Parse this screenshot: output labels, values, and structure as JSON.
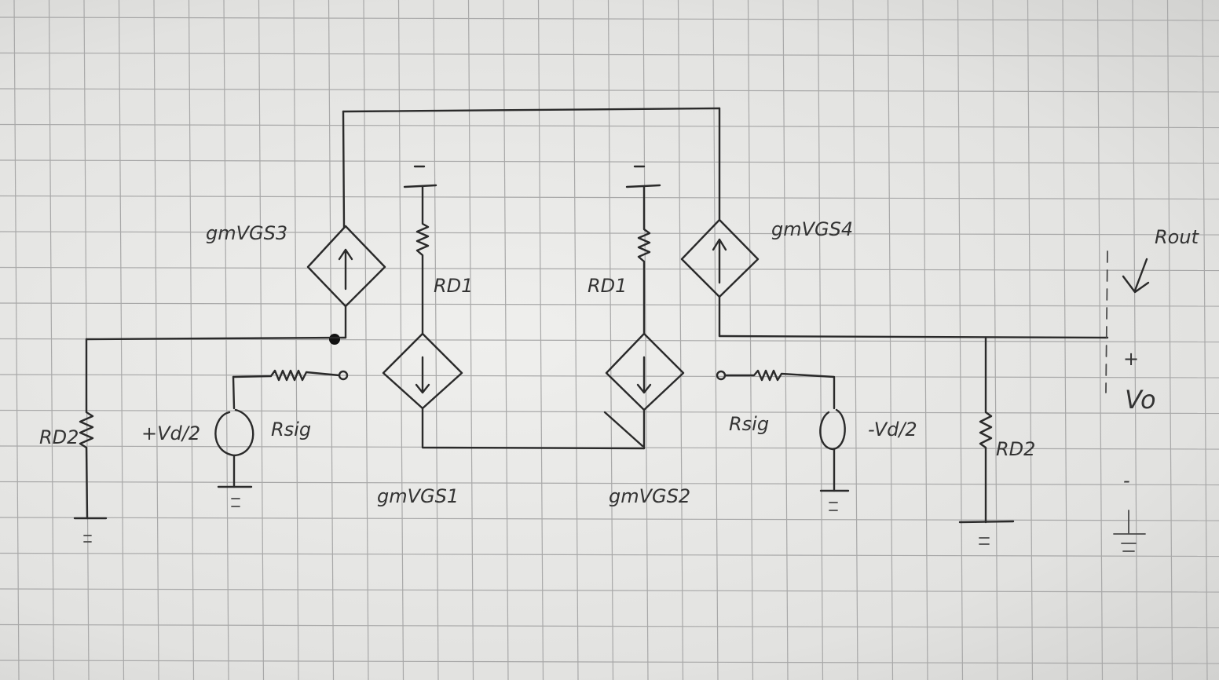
{
  "diagram": {
    "labels": {
      "gm_vgs3": "gmVGS3",
      "gm_vgs4": "gmVGS4",
      "gm_vgs1": "gmVGS1",
      "gm_vgs2": "gmVGS2",
      "rd1_left": "RD1",
      "rd1_right": "RD1",
      "rd2_left": "RD2",
      "rd2_right": "RD2",
      "rsig_left": "Rsig",
      "rsig_right": "Rsig",
      "vd_pos": "+Vd/2",
      "vd_neg": "-Vd/2",
      "rout": "Rout",
      "vo": "Vo",
      "plus": "+",
      "minus": "-"
    },
    "colors": {
      "ink": "#2a2a2a",
      "grid": "#a8a8a8",
      "paper": "#e8e8e6"
    }
  }
}
